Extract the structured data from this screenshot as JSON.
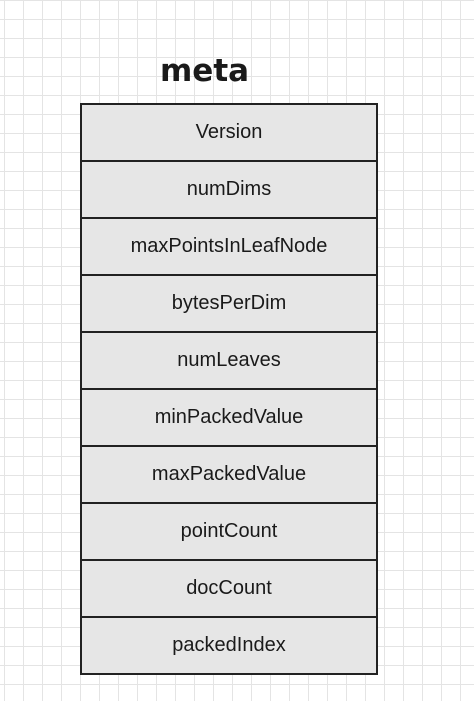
{
  "title": "meta",
  "fields": [
    "Version",
    "numDims",
    "maxPointsInLeafNode",
    "bytesPerDim",
    "numLeaves",
    "minPackedValue",
    "maxPackedValue",
    "pointCount",
    "docCount",
    "packedIndex"
  ],
  "colors": {
    "cell_fill": "#e6e6e6",
    "border": "#222222",
    "grid": "#e4e4e4"
  }
}
